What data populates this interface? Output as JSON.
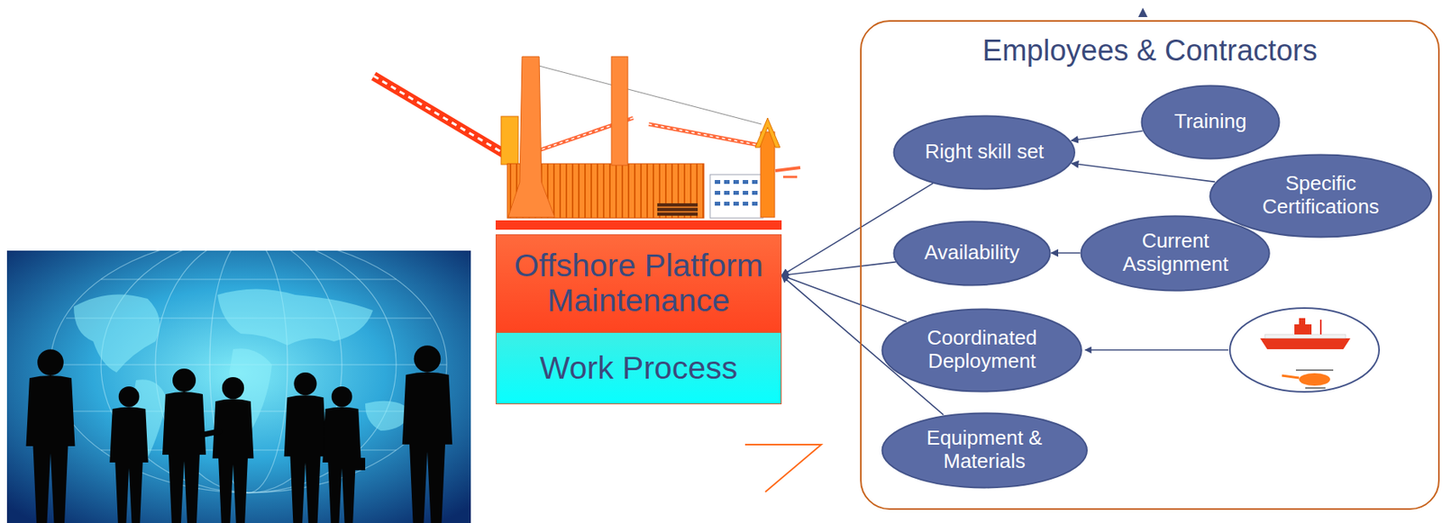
{
  "diagram": {
    "nodes": [
      {
        "text": [
          "Offshore Platform Maintenance"
        ]
      },
      {
        "text": [
          "Work Process"
        ]
      },
      {
        "text": [
          "Employees & Contractors"
        ]
      },
      {
        "text": [
          "Right skill set"
        ],
        "in": 2
      },
      {
        "text": [
          "Training"
        ],
        "in": 2
      },
      {
        "text": [
          "Specific Certifications"
        ],
        "in": 2
      },
      {
        "text": [
          "Availability"
        ],
        "in": 2
      },
      {
        "text": [
          "Current Assignment"
        ],
        "in": 2
      },
      {
        "text": [
          "Coordinated Deployment"
        ],
        "in": 2
      },
      {
        "text": [
          "Equipment & Materials"
        ],
        "in": 2
      }
    ],
    "edges": [
      {
        "from": 3,
        "to": 0,
        "arrow": "to"
      },
      {
        "from": 6,
        "to": 0,
        "arrow": "to"
      },
      {
        "from": 8,
        "to": 0,
        "arrow": "to"
      },
      {
        "from": 9,
        "to": 0,
        "arrow": "to"
      },
      {
        "from": 4,
        "to": 3,
        "arrow": "to"
      },
      {
        "from": 5,
        "to": 3,
        "arrow": "to"
      },
      {
        "from": 7,
        "to": 6,
        "arrow": "to"
      }
    ]
  }
}
